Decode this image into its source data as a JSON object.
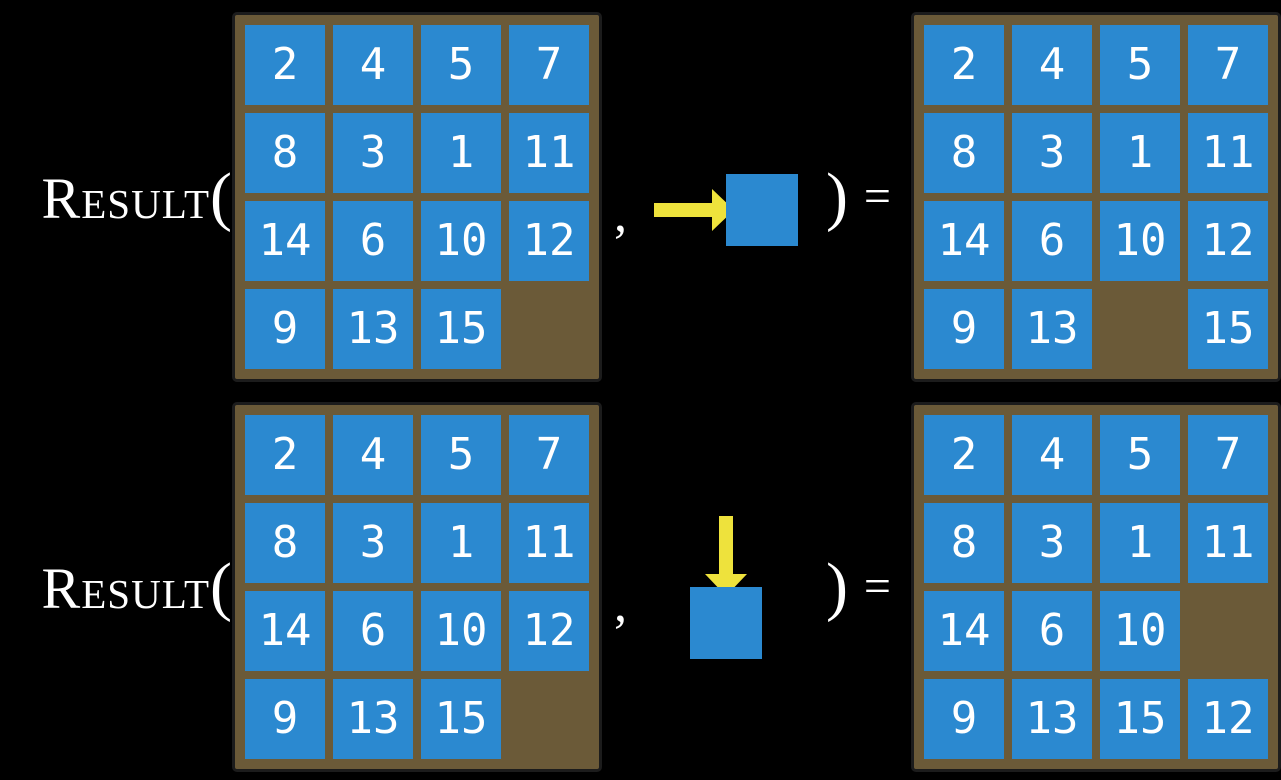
{
  "colors": {
    "background": "#000000",
    "board_background": "#6b5a38",
    "board_border": "#1c1c1c",
    "tile_blue": "#2b89d0",
    "tile_text": "#ffffff",
    "arrow_yellow": "#eee23c",
    "text_white": "#ffffff"
  },
  "equations": [
    {
      "function_name": "Result",
      "open_paren": "(",
      "comma": ",",
      "close_paren": ")",
      "equals": "=",
      "action": {
        "direction": "right",
        "icon": "arrow-right-icon"
      },
      "input_grid": [
        [
          2,
          4,
          5,
          7
        ],
        [
          8,
          3,
          1,
          11
        ],
        [
          14,
          6,
          10,
          12
        ],
        [
          9,
          13,
          15,
          null
        ]
      ],
      "output_grid": [
        [
          2,
          4,
          5,
          7
        ],
        [
          8,
          3,
          1,
          11
        ],
        [
          14,
          6,
          10,
          12
        ],
        [
          9,
          13,
          null,
          15
        ]
      ]
    },
    {
      "function_name": "Result",
      "open_paren": "(",
      "comma": ",",
      "close_paren": ")",
      "equals": "=",
      "action": {
        "direction": "down",
        "icon": "arrow-down-icon"
      },
      "input_grid": [
        [
          2,
          4,
          5,
          7
        ],
        [
          8,
          3,
          1,
          11
        ],
        [
          14,
          6,
          10,
          12
        ],
        [
          9,
          13,
          15,
          null
        ]
      ],
      "output_grid": [
        [
          2,
          4,
          5,
          7
        ],
        [
          8,
          3,
          1,
          11
        ],
        [
          14,
          6,
          10,
          null
        ],
        [
          9,
          13,
          15,
          12
        ]
      ]
    }
  ]
}
